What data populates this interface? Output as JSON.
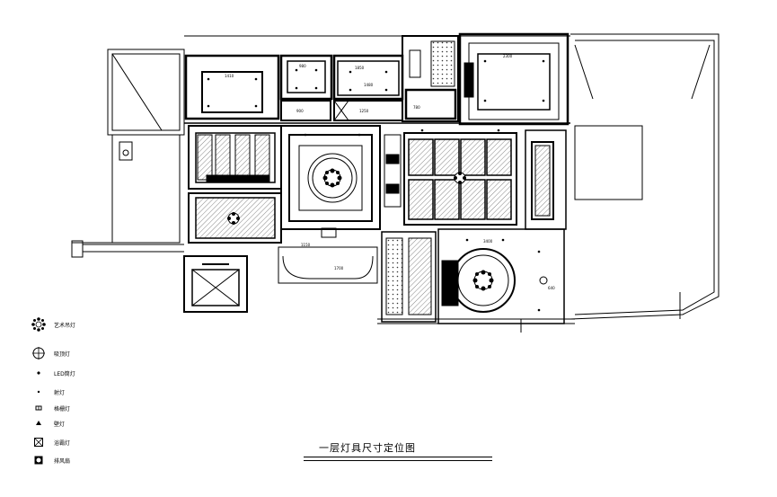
{
  "drawing": {
    "title": "一层灯具尺寸定位图"
  },
  "legend": [
    {
      "symbol": "chandelier-icon",
      "label": "艺术吊灯"
    },
    {
      "symbol": "ceiling-lamp-icon",
      "label": "吸顶灯"
    },
    {
      "symbol": "led-downlight-icon",
      "label": "LED筒灯"
    },
    {
      "symbol": "spotlight-icon",
      "label": "射灯"
    },
    {
      "symbol": "grille-light-icon",
      "label": "格栅灯"
    },
    {
      "symbol": "wall-lamp-icon",
      "label": "壁灯"
    },
    {
      "symbol": "exhaust-lamp-icon",
      "label": "浴霸灯"
    },
    {
      "symbol": "bath-heater-icon",
      "label": "排风扇"
    }
  ],
  "dimensions": {
    "d1": "1410",
    "d2": "980",
    "d3": "1850",
    "d4": "1480",
    "d5": "900",
    "d6": "1250",
    "d7": "2300",
    "d8": "780",
    "d9": "1150",
    "d10": "3400",
    "d11": "640",
    "d12": "1700"
  },
  "colors": {
    "line": "#000000",
    "background": "#ffffff",
    "hatch": "#333333"
  }
}
